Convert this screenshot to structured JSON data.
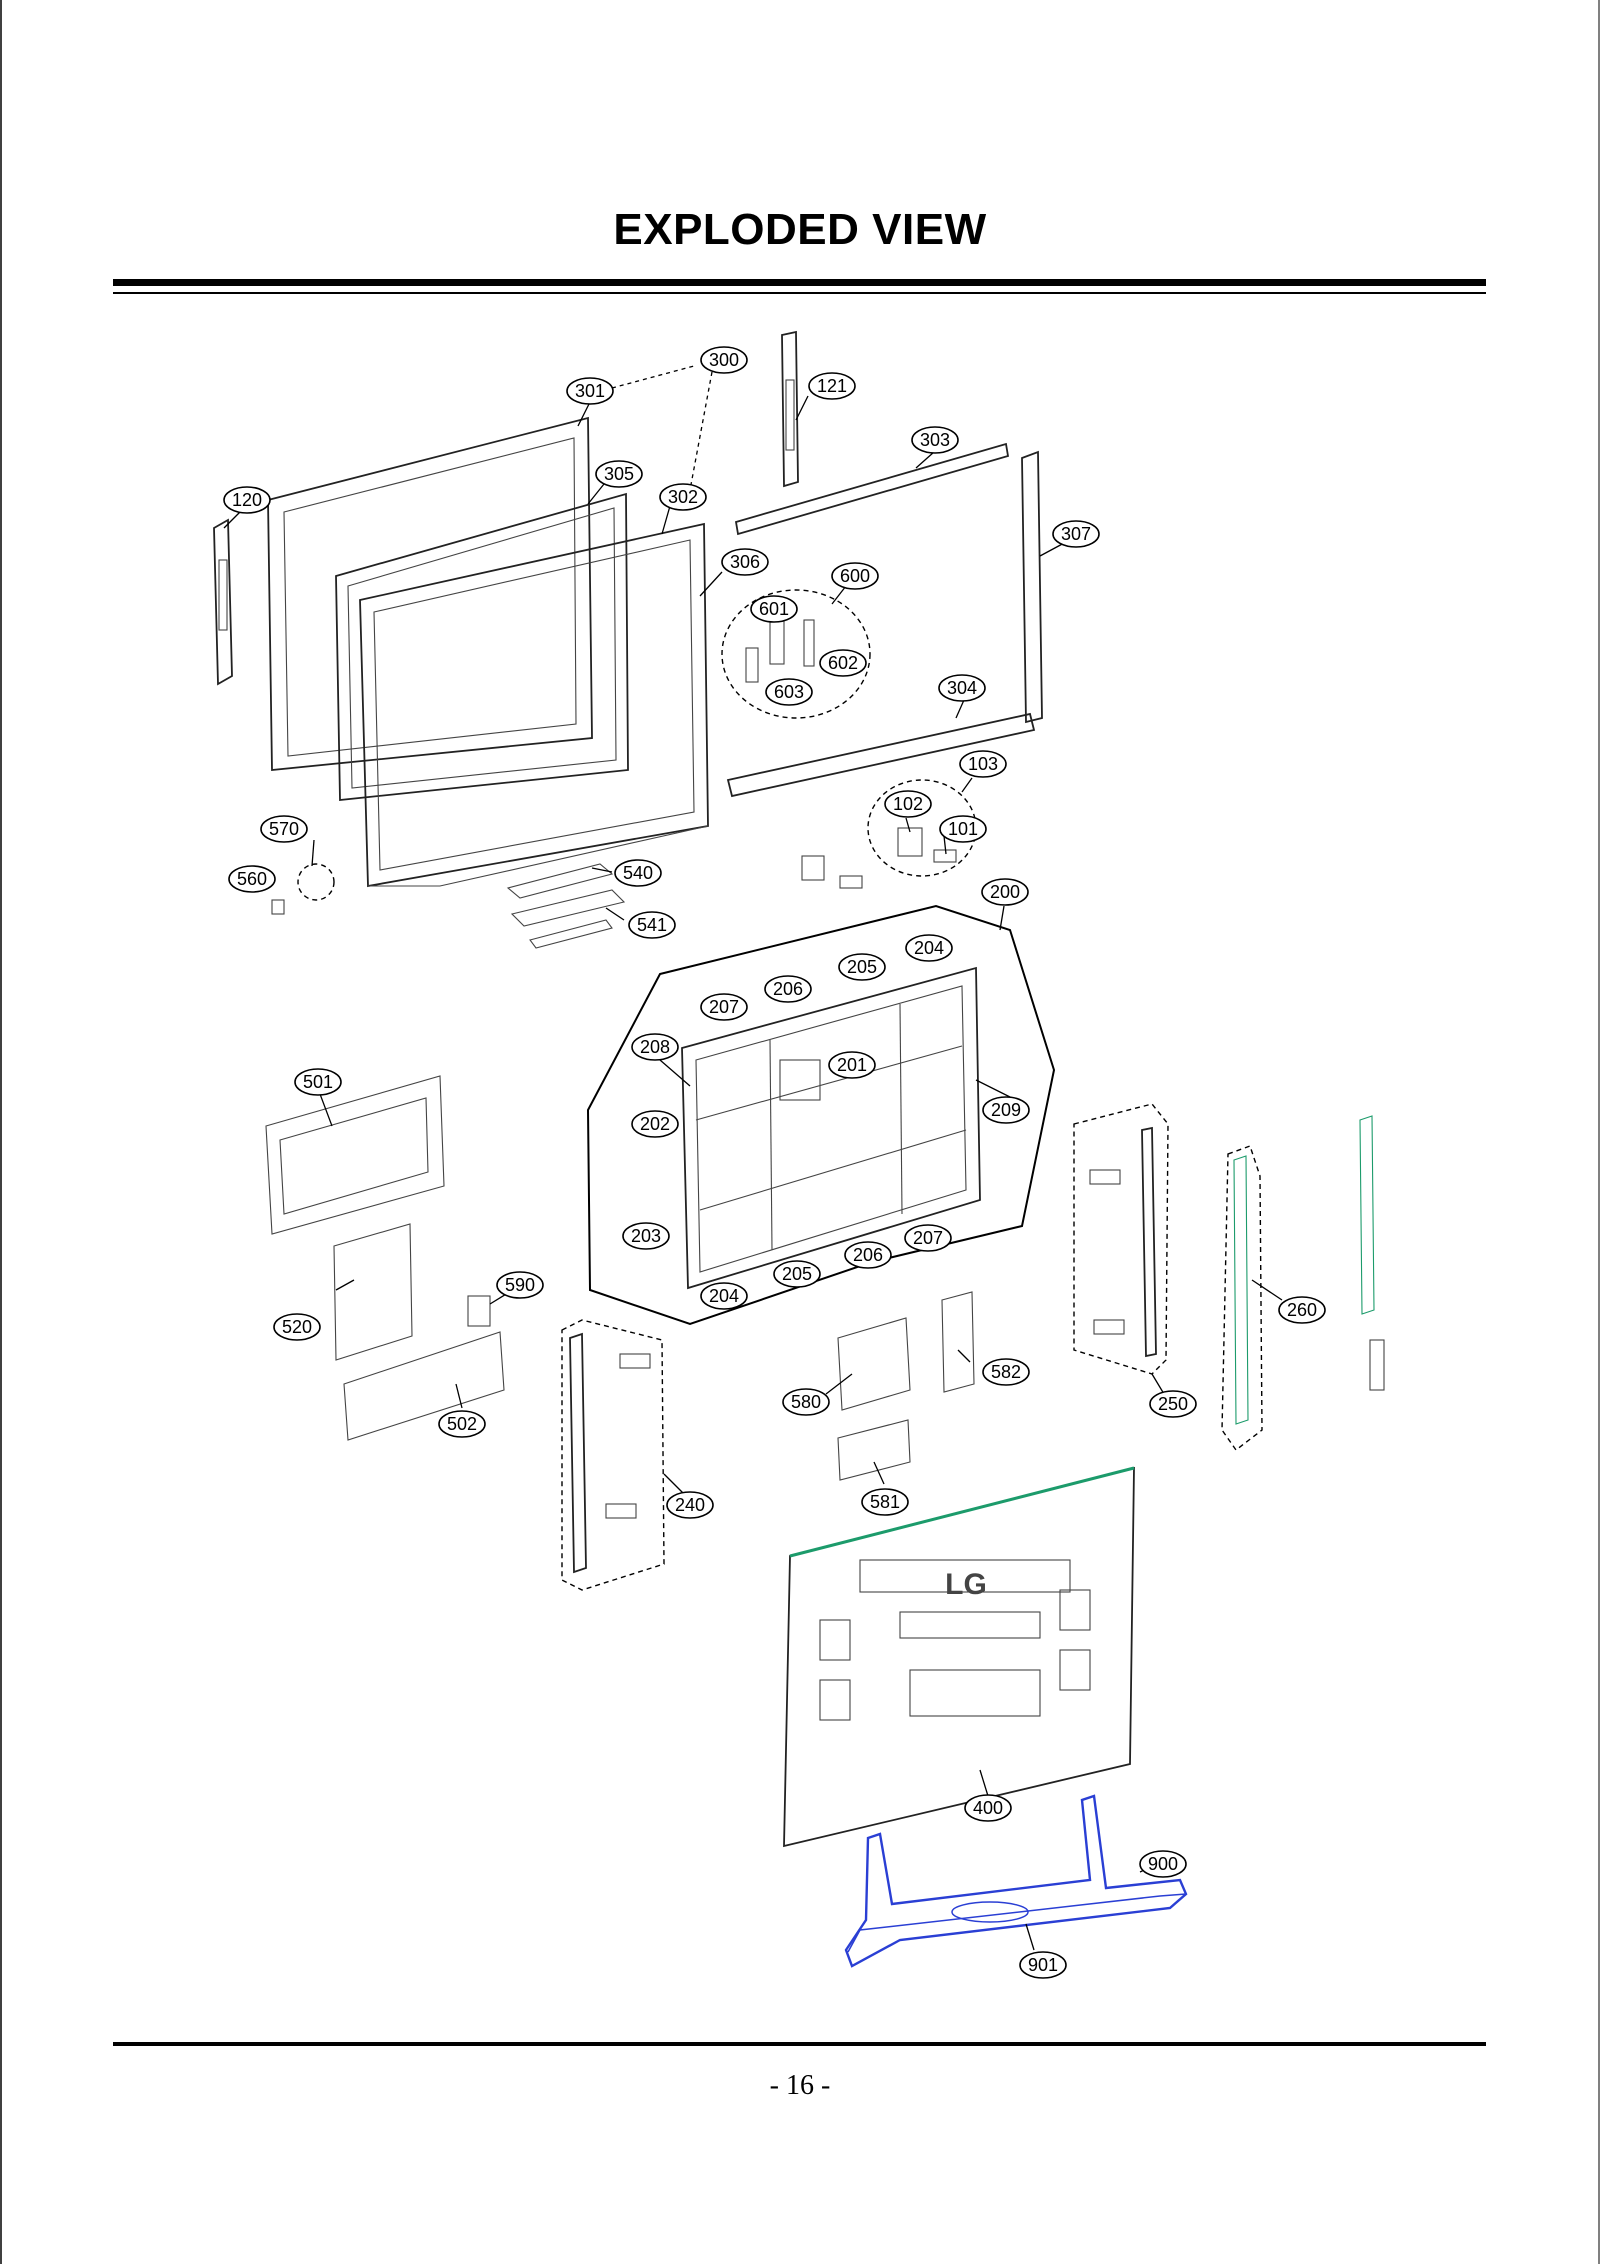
{
  "title": "EXPLODED VIEW",
  "page_number": "- 16 -",
  "colors": {
    "ink": "#000000",
    "stand_accent": "#2a3fd4",
    "cover_accent": "#1c9b6b"
  },
  "callouts": {
    "c300": "300",
    "c301": "301",
    "c121": "121",
    "c303": "303",
    "c305": "305",
    "c302": "302",
    "c120": "120",
    "c307": "307",
    "c306": "306",
    "c600": "600",
    "c601": "601",
    "c602": "602",
    "c603": "603",
    "c304": "304",
    "c103": "103",
    "c102": "102",
    "c101": "101",
    "c570": "570",
    "c560": "560",
    "c540": "540",
    "c541": "541",
    "c200": "200",
    "c204a": "204",
    "c205a": "205",
    "c206a": "206",
    "c207a": "207",
    "c208": "208",
    "c201": "201",
    "c501": "501",
    "c202": "202",
    "c209": "209",
    "c203": "203",
    "c207b": "207",
    "c206b": "206",
    "c205b": "205",
    "c204b": "204",
    "c590": "590",
    "c520": "520",
    "c260": "260",
    "c582": "582",
    "c580": "580",
    "c250": "250",
    "c502": "502",
    "c240": "240",
    "c581": "581",
    "c400": "400",
    "c900": "900",
    "c901": "901"
  },
  "rear_cover_logo": "LG"
}
